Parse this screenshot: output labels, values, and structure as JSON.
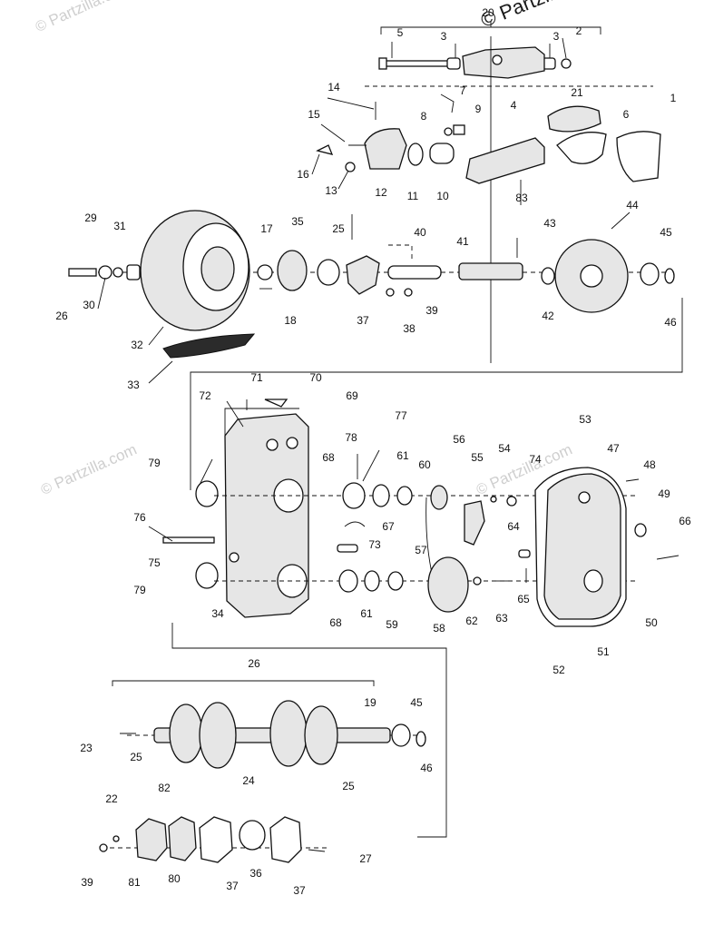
{
  "watermark": {
    "text": "Partzilla.com",
    "copyright": "©"
  },
  "brand": {
    "text": "© Partzilla.com"
  },
  "callouts": [
    "20",
    "5",
    "3",
    "3",
    "2",
    "4",
    "14",
    "7",
    "8",
    "9",
    "21",
    "6",
    "1",
    "15",
    "16",
    "13",
    "12",
    "11",
    "10",
    "83",
    "29",
    "31",
    "17",
    "35",
    "25",
    "40",
    "41",
    "43",
    "44",
    "45",
    "30",
    "26",
    "18",
    "37",
    "38",
    "39",
    "42",
    "46",
    "32",
    "33",
    "71",
    "70",
    "72",
    "69",
    "77",
    "78",
    "68",
    "61",
    "60",
    "56",
    "54",
    "74",
    "55",
    "53",
    "47",
    "48",
    "49",
    "79",
    "76",
    "67",
    "73",
    "57",
    "64",
    "66",
    "75",
    "65",
    "79",
    "34",
    "68",
    "61",
    "59",
    "58",
    "62",
    "63",
    "50",
    "51",
    "52",
    "26",
    "19",
    "45",
    "23",
    "25",
    "24",
    "25",
    "46",
    "82",
    "22",
    "27",
    "39",
    "81",
    "80",
    "37",
    "36",
    "37"
  ]
}
